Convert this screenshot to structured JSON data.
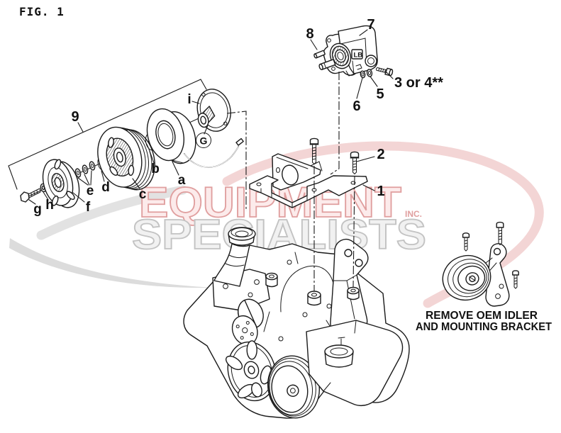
{
  "figure": {
    "title": "FIG. 1"
  },
  "callouts": {
    "bracket": "1",
    "bracket_bolts": "2",
    "pump_bolt": "3 or 4**",
    "lock_washer": "5",
    "flat_washer": "6",
    "pump": "7",
    "pin": "8",
    "clutch_assembly": "9",
    "coil": "a",
    "snap_ring_b": "b",
    "pulley": "c",
    "snap_ring_d": "d",
    "shims": "e",
    "front_plate": "f",
    "bolt_g": "g",
    "washer_h": "h",
    "rotor": "i",
    "ground": "G"
  },
  "pump": {
    "marking": "LB"
  },
  "note": {
    "line1": "REMOVE OEM IDLER",
    "line2": "AND MOUNTING BRACKET"
  },
  "watermark": {
    "word1": "EQUIPMENT",
    "word2": "SPECIALISTS",
    "suffix": "INC.",
    "pink_stroke": "#e09f9f",
    "pink_fill": "#fcebeb",
    "gray_stroke": "#c3c3c3",
    "gray_fill": "#f1f1f1",
    "swoosh_pink": "#eec3c3",
    "swoosh_gray": "#d8d8d8"
  },
  "colors": {
    "ink": "#1a1a1a",
    "background": "#ffffff"
  }
}
